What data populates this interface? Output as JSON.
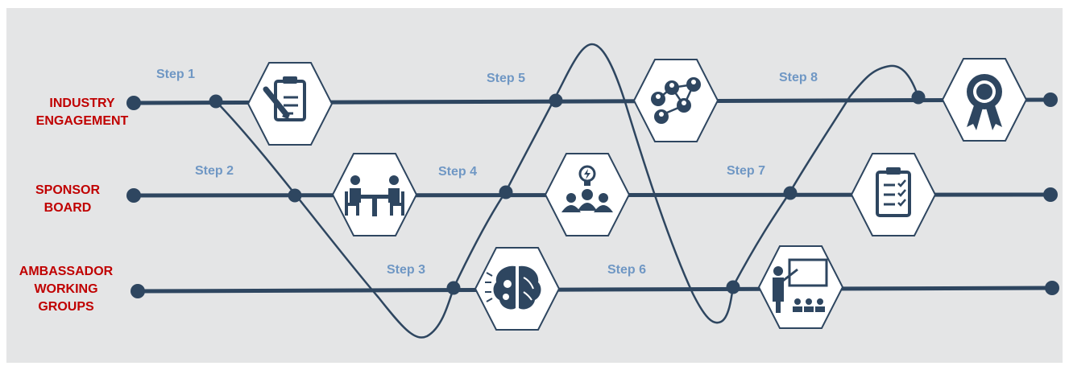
{
  "lanes": [
    {
      "id": "industry",
      "lines": [
        "INDUSTRY",
        "ENGAGEMENT"
      ]
    },
    {
      "id": "sponsor",
      "lines": [
        "SPONSOR",
        "BOARD"
      ]
    },
    {
      "id": "ambassador",
      "lines": [
        "AMBASSADOR",
        "WORKING",
        "GROUPS"
      ]
    }
  ],
  "steps": [
    "Step 1",
    "Step 2",
    "Step 3",
    "Step 4",
    "Step 5",
    "Step 6",
    "Step 7",
    "Step 8"
  ],
  "icons": [
    {
      "lane": "industry",
      "name": "clipboard-pencil-icon"
    },
    {
      "lane": "sponsor",
      "name": "meeting-table-icon"
    },
    {
      "lane": "ambassador",
      "name": "brain-gears-icon"
    },
    {
      "lane": "sponsor",
      "name": "team-idea-icon"
    },
    {
      "lane": "industry",
      "name": "network-people-icon"
    },
    {
      "lane": "ambassador",
      "name": "presentation-icon"
    },
    {
      "lane": "sponsor",
      "name": "checklist-icon"
    },
    {
      "lane": "industry",
      "name": "award-ribbon-icon"
    }
  ],
  "colors": {
    "line": "#2e4660",
    "hexagon_fill": "#ffffff",
    "icon": "#2e4660",
    "lane_label": "#c00000",
    "step_label": "#6f97c4",
    "background": "#e4e5e6"
  }
}
